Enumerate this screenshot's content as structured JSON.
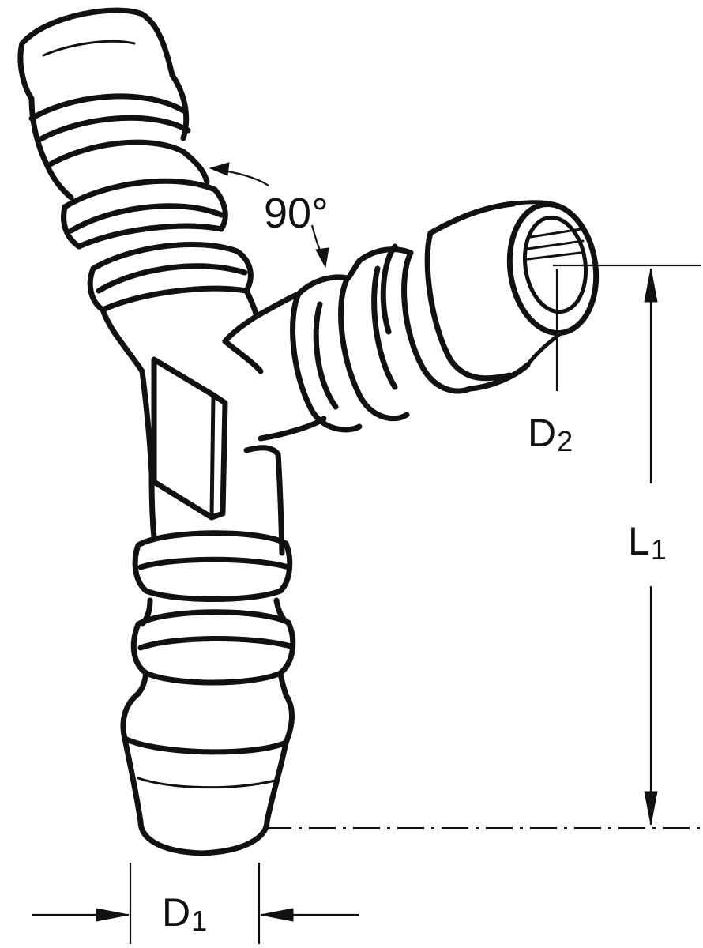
{
  "drawing": {
    "angle_label": "90°",
    "dimensions": {
      "d1": {
        "main": "D",
        "sub": "1"
      },
      "d2": {
        "main": "D",
        "sub": "2"
      },
      "l1": {
        "main": "L",
        "sub": "1"
      }
    }
  },
  "colors": {
    "ink": "#111111",
    "paper": "#ffffff"
  }
}
